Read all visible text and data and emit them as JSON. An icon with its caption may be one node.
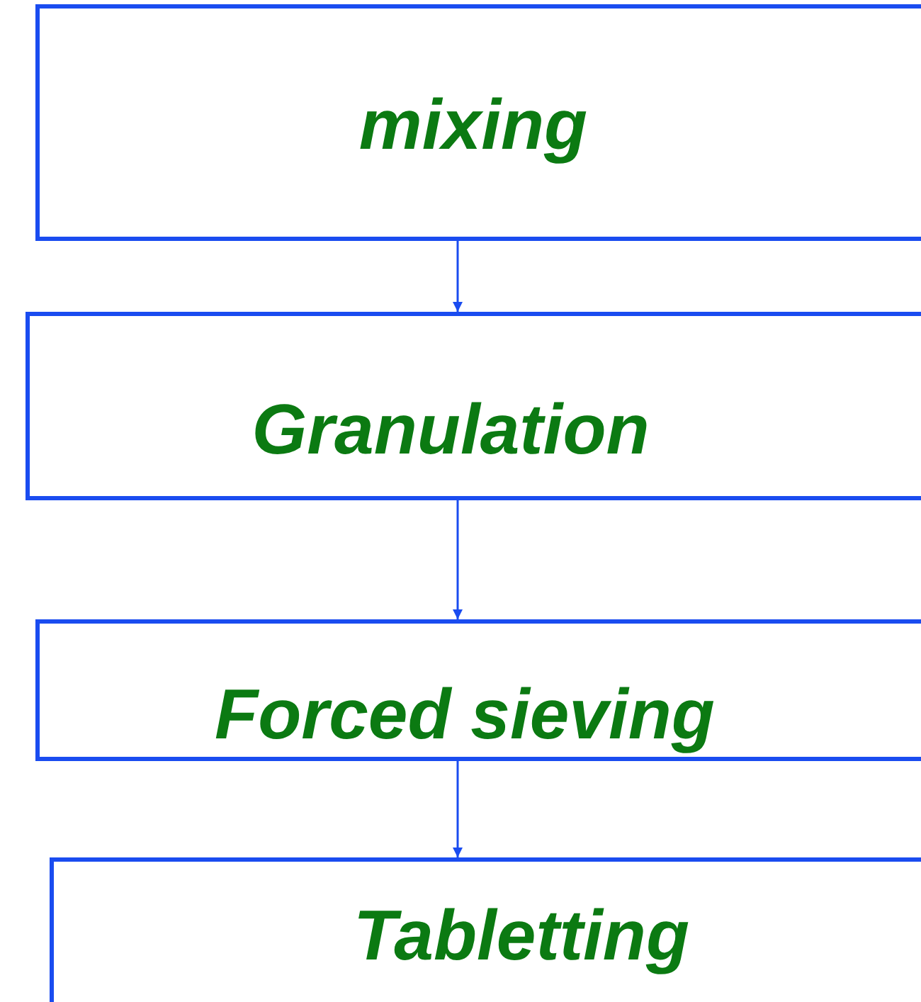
{
  "diagram": {
    "nodes": [
      {
        "text": [
          "mixing"
        ]
      },
      {
        "text": [
          "Granulation"
        ]
      },
      {
        "text": [
          "Forced sieving"
        ]
      },
      {
        "text": [
          "Tabletting"
        ]
      }
    ],
    "edges": [
      {
        "from": 0,
        "to": 1,
        "arrow": "to"
      },
      {
        "from": 1,
        "to": 2,
        "arrow": "to"
      },
      {
        "from": 2,
        "to": 3,
        "arrow": "to"
      }
    ]
  }
}
